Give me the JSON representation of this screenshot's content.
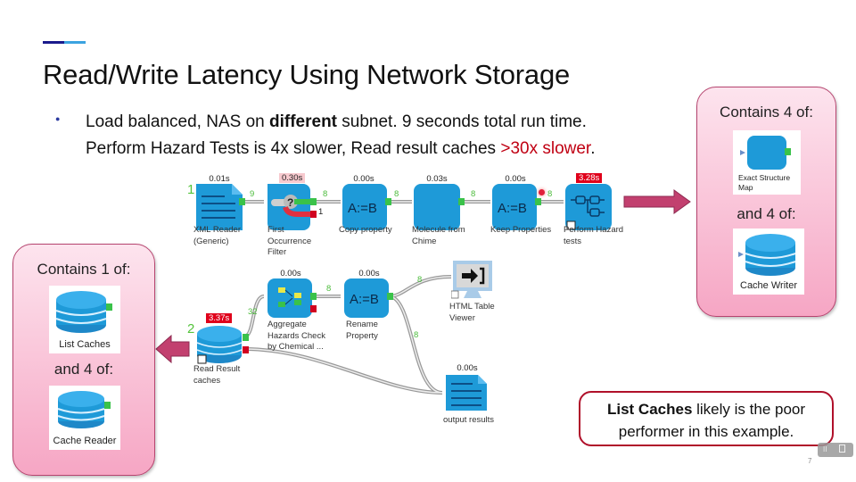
{
  "slide": {
    "title": "Read/Write Latency Using Network Storage",
    "bullet": {
      "line1_pre": "Load balanced, NAS on ",
      "line1_bold": "different",
      "line1_post": " subnet. 9 seconds total run time.",
      "line2_pre": "Perform Hazard Tests is 4x slower, Read result caches ",
      "line2_red": ">30x slower",
      "line2_post": "."
    },
    "page_number": "7",
    "colors": {
      "accent_dark": "#1a1a8c",
      "accent_light": "#3ba3e0",
      "highlight_red": "#c00012",
      "pink_arrow": "#c2406f",
      "node_blue": "#1e9ad8",
      "count_green": "#4cbb3c"
    }
  },
  "workflow": {
    "steps": [
      "1",
      "2"
    ],
    "row1": [
      {
        "label1": "XML Reader",
        "label2": "(Generic)",
        "label3": "",
        "timing": "0.01s",
        "timing_state": "normal",
        "out_count": "9",
        "icon": "document-icon"
      },
      {
        "label1": "First",
        "label2": "Occurrence",
        "label3": "Filter",
        "timing": "0.30s",
        "timing_state": "warm",
        "out_count": "8",
        "fail_count": "1",
        "icon": "filter-icon"
      },
      {
        "label1": "Copy property",
        "label2": "",
        "label3": "",
        "timing": "0.00s",
        "timing_state": "normal",
        "out_count": "8",
        "icon": "assign-icon",
        "glyph": "A:=B"
      },
      {
        "label1": "Molecule from",
        "label2": "Chime",
        "label3": "",
        "timing": "0.03s",
        "timing_state": "normal",
        "out_count": "8",
        "icon": "component-icon"
      },
      {
        "label1": "Keep Properties",
        "label2": "",
        "label3": "",
        "timing": "0.00s",
        "timing_state": "normal",
        "out_count": "8",
        "icon": "assign-icon",
        "glyph": "A:=B"
      },
      {
        "label1": "Perform Hazard",
        "label2": "tests",
        "label3": "",
        "timing": "3.28s",
        "timing_state": "hot",
        "icon": "subprotocol-icon"
      }
    ],
    "row2": [
      {
        "label1": "Read Result",
        "label2": "caches",
        "label3": "",
        "timing": "3.37s",
        "timing_state": "hot",
        "out_count": "32",
        "icon": "cache-icon"
      },
      {
        "label1": "Aggregate",
        "label2": "Hazards Check",
        "label3": "by Chemical ...",
        "timing": "0.00s",
        "timing_state": "normal",
        "out_count": "8",
        "icon": "aggregate-icon"
      },
      {
        "label1": "Rename",
        "label2": "Property",
        "label3": "",
        "timing": "0.00s",
        "timing_state": "normal",
        "out_count_a": "8",
        "out_count_b": "8",
        "icon": "assign-icon",
        "glyph": "A:=B"
      },
      {
        "label1": "HTML Table",
        "label2": "Viewer",
        "label3": "",
        "icon": "viewer-icon"
      },
      {
        "label1": "output results",
        "label2": "",
        "label3": "",
        "timing": "0.00s",
        "timing_state": "normal",
        "icon": "document-icon"
      }
    ]
  },
  "right_box": {
    "header1": "Contains 4 of:",
    "item1": {
      "label1": "Exact Structure",
      "label2": "Map"
    },
    "header2": "and 4 of:",
    "item2": {
      "label": "Cache Writer"
    }
  },
  "left_box": {
    "header1": "Contains 1 of:",
    "item1": {
      "label": "List Caches"
    },
    "header2": "and 4 of:",
    "item2": {
      "label": "Cache Reader"
    }
  },
  "callout": {
    "bold": "List Caches",
    "line1_rest": " likely is the poor",
    "line2": "performer in this example."
  },
  "controls": {
    "pause_label": "II",
    "icon": "delete-icon"
  }
}
